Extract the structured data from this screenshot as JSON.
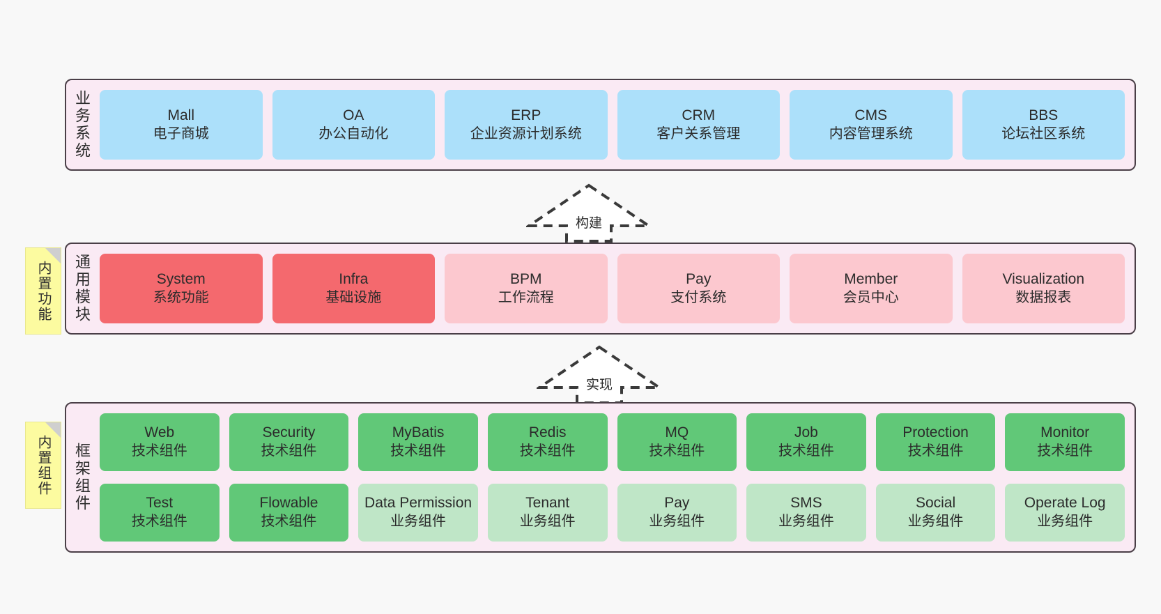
{
  "diagram": {
    "background_color": "#f8f8f8",
    "panel_color": "#faeaf4",
    "panel_border_color": "#4a3f47"
  },
  "layers": [
    {
      "id": "business-systems",
      "label": "业务系统",
      "note": null,
      "rows": [
        {
          "cards": [
            {
              "title": "Mall",
              "sub": "电子商城",
              "color": "#ace0fa",
              "style": "c-blue"
            },
            {
              "title": "OA",
              "sub": "办公自动化",
              "color": "#ace0fa",
              "style": "c-blue"
            },
            {
              "title": "ERP",
              "sub": "企业资源计划系统",
              "color": "#ace0fa",
              "style": "c-blue"
            },
            {
              "title": "CRM",
              "sub": "客户关系管理",
              "color": "#ace0fa",
              "style": "c-blue"
            },
            {
              "title": "CMS",
              "sub": "内容管理系统",
              "color": "#ace0fa",
              "style": "c-blue"
            },
            {
              "title": "BBS",
              "sub": "论坛社区系统",
              "color": "#ace0fa",
              "style": "c-blue"
            }
          ]
        }
      ]
    },
    {
      "id": "common-modules",
      "label": "通用模块",
      "note": "内置功能",
      "rows": [
        {
          "cards": [
            {
              "title": "System",
              "sub": "系统功能",
              "color": "#f4696e",
              "style": "c-red"
            },
            {
              "title": "Infra",
              "sub": "基础设施",
              "color": "#f4696e",
              "style": "c-red"
            },
            {
              "title": "BPM",
              "sub": "工作流程",
              "color": "#fcc8cf",
              "style": "c-pink"
            },
            {
              "title": "Pay",
              "sub": "支付系统",
              "color": "#fcc8cf",
              "style": "c-pink"
            },
            {
              "title": "Member",
              "sub": "会员中心",
              "color": "#fcc8cf",
              "style": "c-pink"
            },
            {
              "title": "Visualization",
              "sub": "数据报表",
              "color": "#fcc8cf",
              "style": "c-pink"
            }
          ]
        }
      ]
    },
    {
      "id": "framework-components",
      "label": "框架组件",
      "note": "内置组件",
      "rows": [
        {
          "cards": [
            {
              "title": "Web",
              "sub": "技术组件",
              "color": "#61c878",
              "style": "c-green"
            },
            {
              "title": "Security",
              "sub": "技术组件",
              "color": "#61c878",
              "style": "c-green"
            },
            {
              "title": "MyBatis",
              "sub": "技术组件",
              "color": "#61c878",
              "style": "c-green"
            },
            {
              "title": "Redis",
              "sub": "技术组件",
              "color": "#61c878",
              "style": "c-green"
            },
            {
              "title": "MQ",
              "sub": "技术组件",
              "color": "#61c878",
              "style": "c-green"
            },
            {
              "title": "Job",
              "sub": "技术组件",
              "color": "#61c878",
              "style": "c-green"
            },
            {
              "title": "Protection",
              "sub": "技术组件",
              "color": "#61c878",
              "style": "c-green"
            },
            {
              "title": "Monitor",
              "sub": "技术组件",
              "color": "#61c878",
              "style": "c-green"
            }
          ]
        },
        {
          "cards": [
            {
              "title": "Test",
              "sub": "技术组件",
              "color": "#61c878",
              "style": "c-green"
            },
            {
              "title": "Flowable",
              "sub": "技术组件",
              "color": "#61c878",
              "style": "c-green"
            },
            {
              "title": "Data Permission",
              "sub": "业务组件",
              "color": "#bfe6c7",
              "style": "c-lightgreen"
            },
            {
              "title": "Tenant",
              "sub": "业务组件",
              "color": "#bfe6c7",
              "style": "c-lightgreen"
            },
            {
              "title": "Pay",
              "sub": "业务组件",
              "color": "#bfe6c7",
              "style": "c-lightgreen"
            },
            {
              "title": "SMS",
              "sub": "业务组件",
              "color": "#bfe6c7",
              "style": "c-lightgreen"
            },
            {
              "title": "Social",
              "sub": "业务组件",
              "color": "#bfe6c7",
              "style": "c-lightgreen"
            },
            {
              "title": "Operate Log",
              "sub": "业务组件",
              "color": "#bfe6c7",
              "style": "c-lightgreen"
            }
          ]
        }
      ]
    }
  ],
  "arrows": [
    {
      "id": "build-arrow",
      "label": "构建",
      "direction": "up",
      "from": "common-modules",
      "to": "business-systems"
    },
    {
      "id": "implement-arrow",
      "label": "实现",
      "direction": "up",
      "from": "framework-components",
      "to": "common-modules"
    }
  ]
}
